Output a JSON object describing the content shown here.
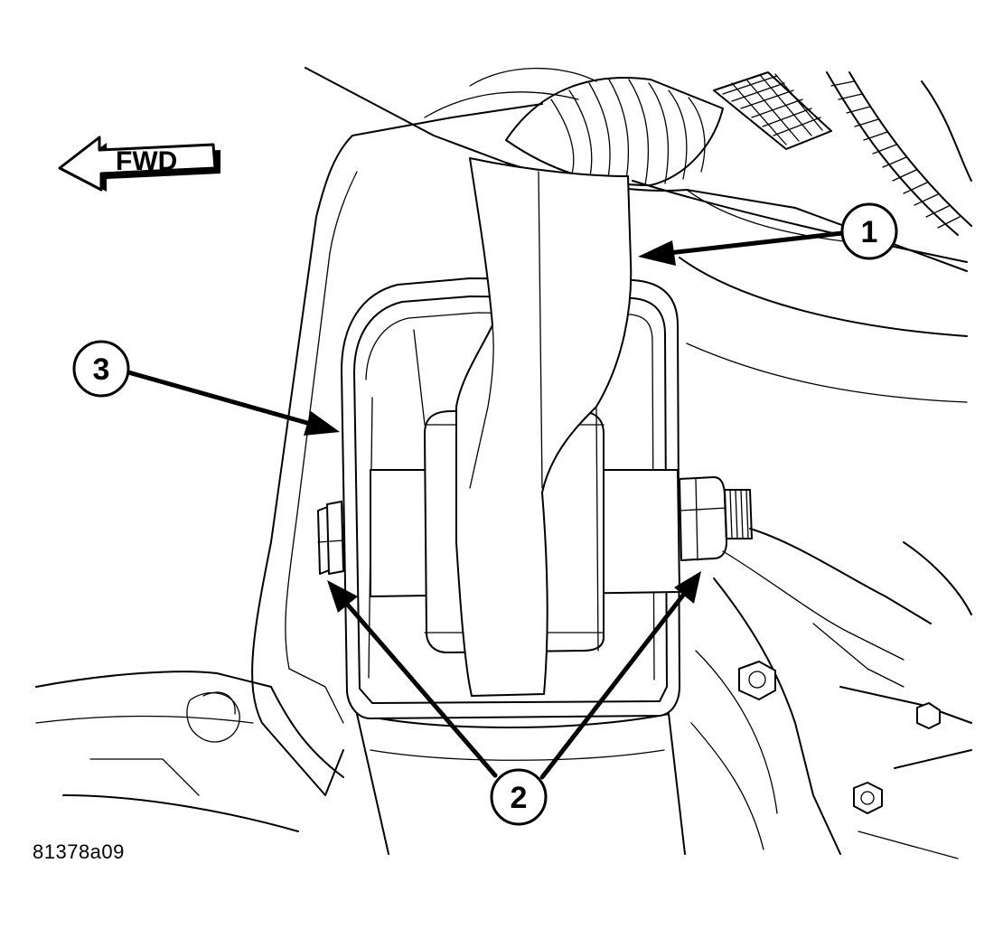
{
  "figure_id": "81378a09",
  "direction_label": "FWD",
  "callouts": [
    {
      "number": "1"
    },
    {
      "number": "2"
    },
    {
      "number": "3"
    }
  ]
}
